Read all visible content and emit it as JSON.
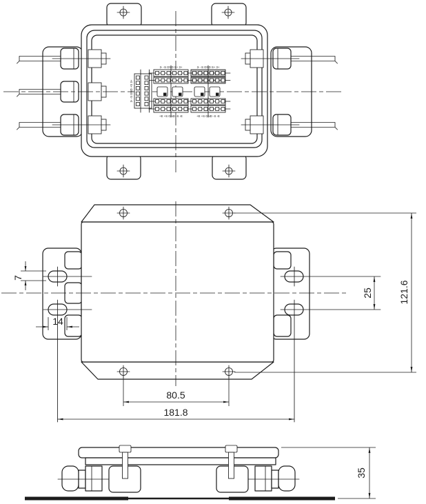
{
  "drawing": {
    "background": "#ffffff",
    "line_color": "#1c1c1c",
    "highlight_fill": "#c9c9c9",
    "terminals": {
      "label_top_left": "3- -S GND S+ 3+",
      "label_top_right": "3- -S GND S+ 3+",
      "label_bottom_left": "+E +S GND -S -E",
      "label_bottom_right": "+E +S GND -S -E",
      "label_side_vertical": "3- -S GND +S 3+"
    },
    "dimensions": {
      "slot_height": "7",
      "slot_width": "14",
      "slot_pitch": "25",
      "mounting_height": "121.6",
      "hole_pitch": "80.5",
      "overall_width": "181.8",
      "box_height": "35"
    }
  }
}
